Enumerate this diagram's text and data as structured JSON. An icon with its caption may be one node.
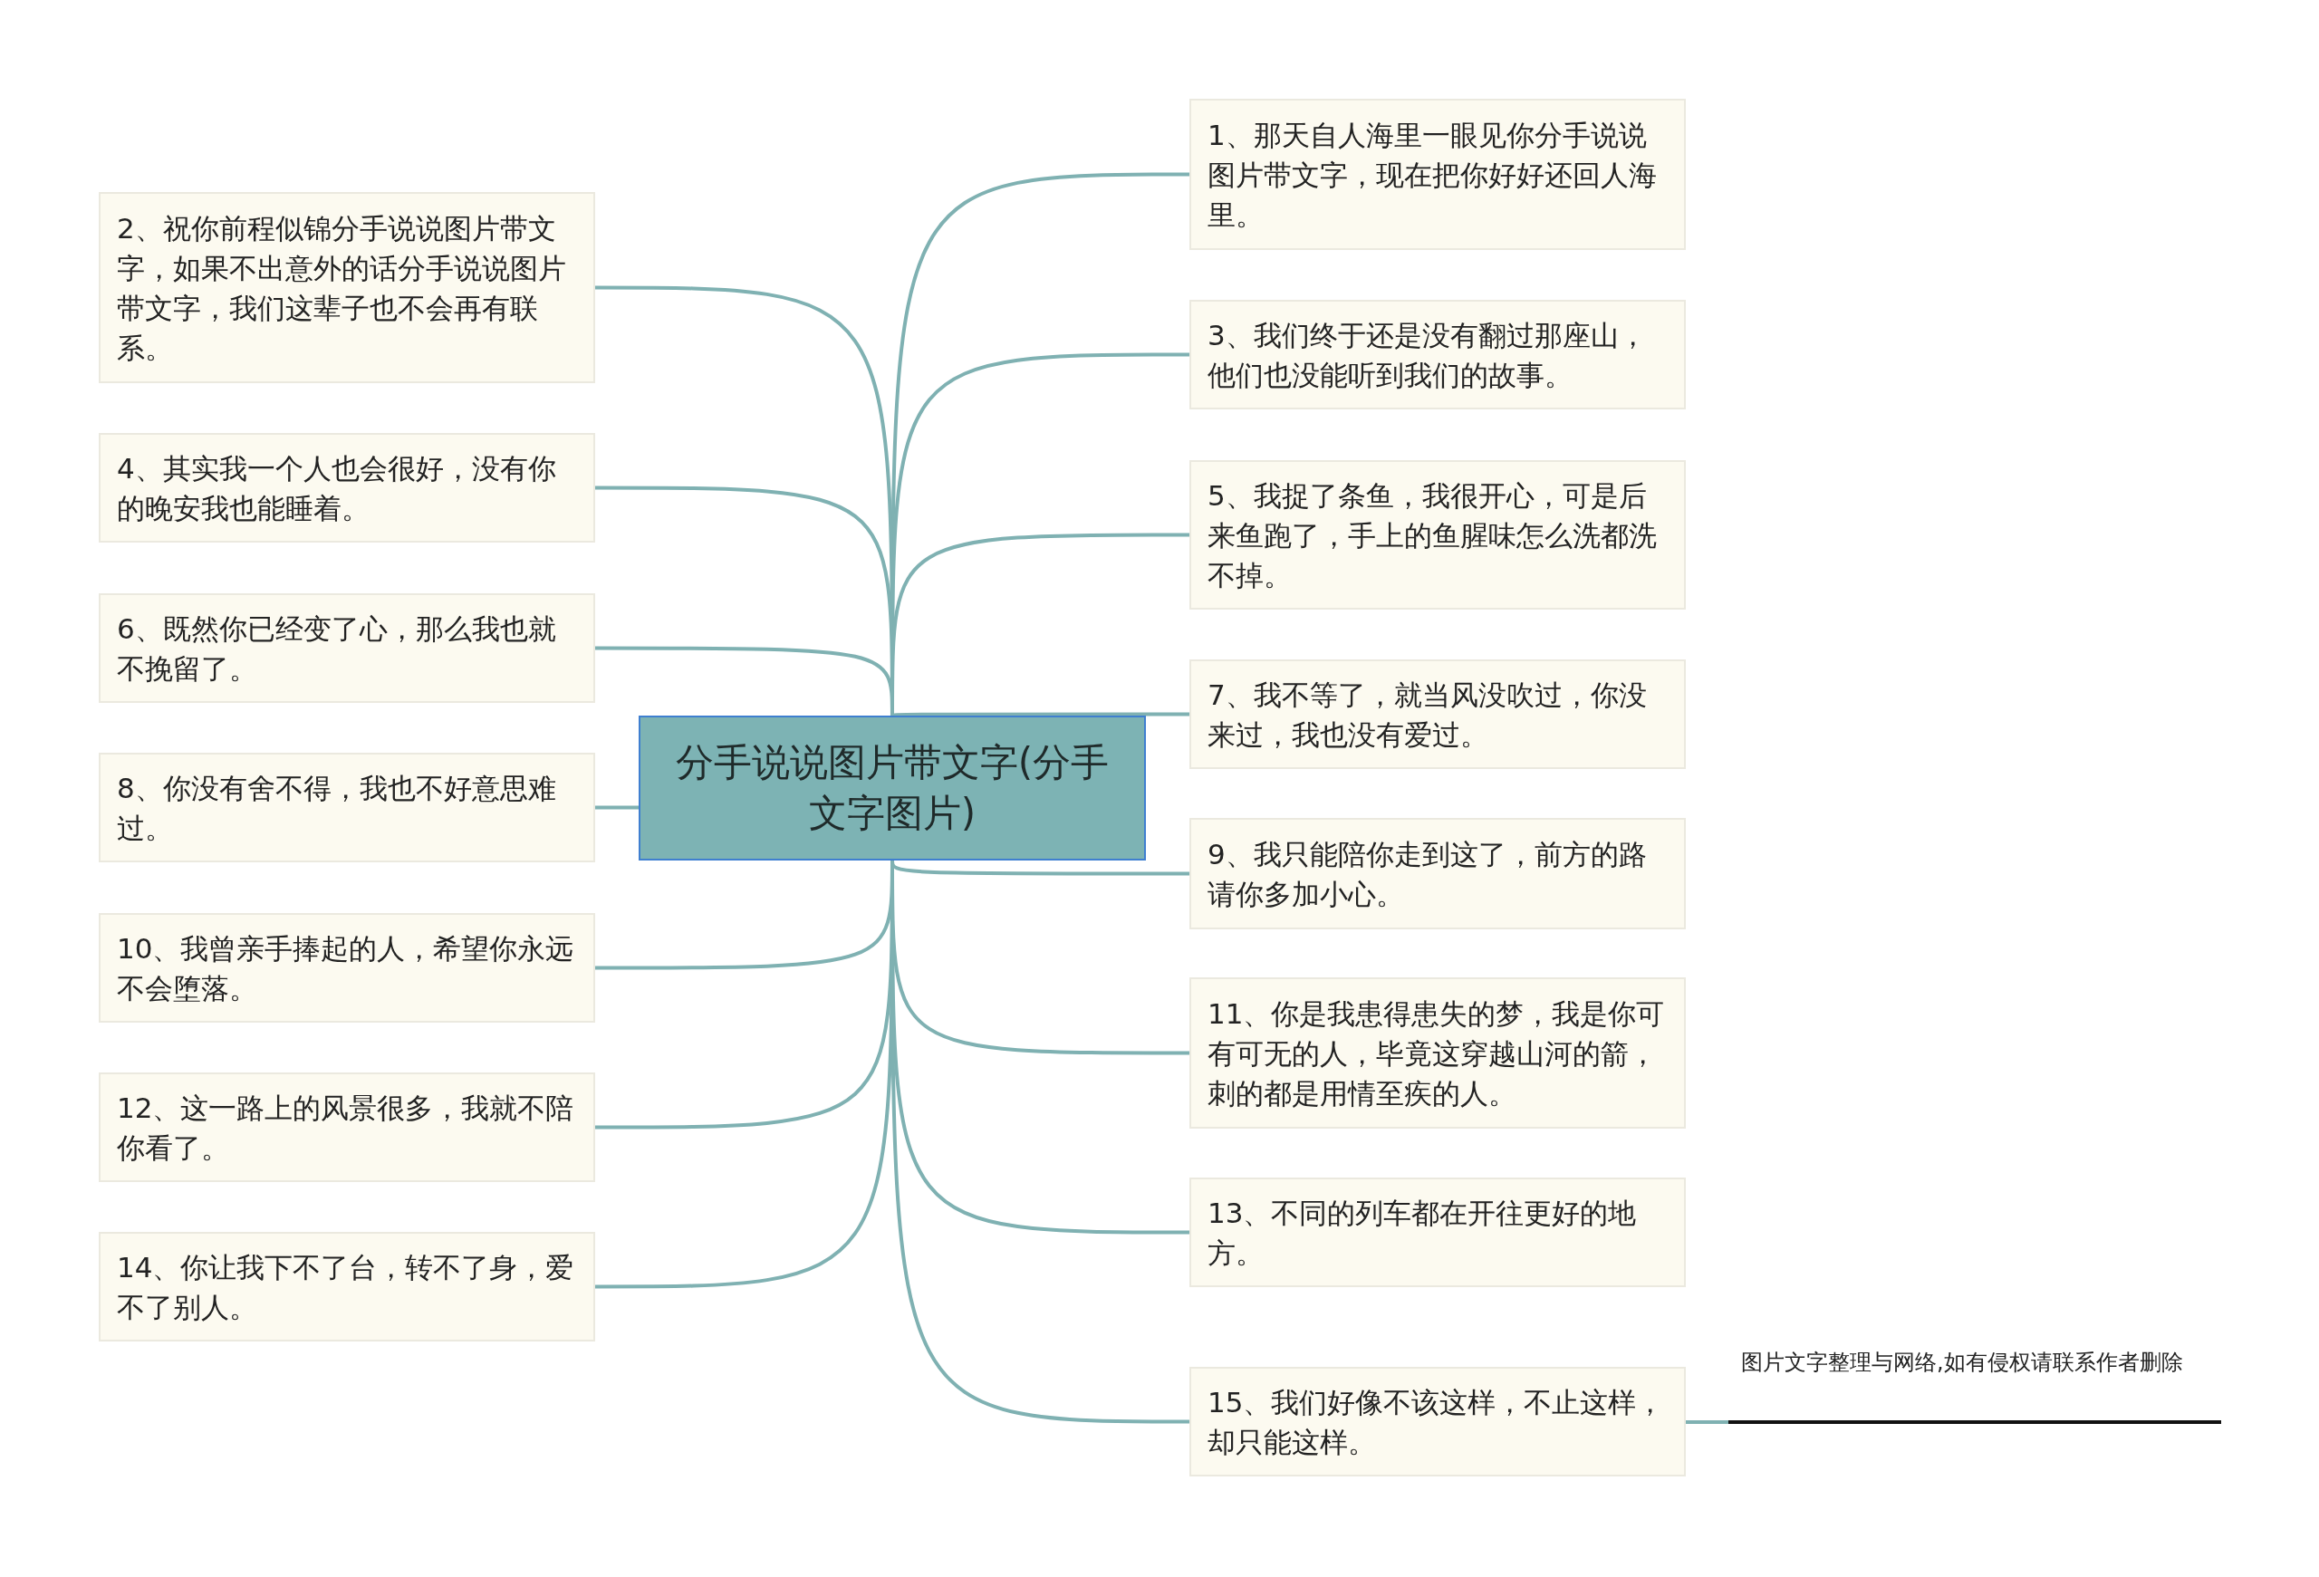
{
  "diagram": {
    "nodes": [
      {
        "text": [
          "分手说说图片带文字(分手文字图片)"
        ]
      },
      {
        "text": [
          "1、那天自人海里一眼见你分手说说图片带文字，现在把你好好还回人海里。"
        ]
      },
      {
        "text": [
          "2、祝你前程似锦分手说说图片带文字，如果不出意外的话分手说说图片带文字，我们这辈子也不会再有联系。"
        ]
      },
      {
        "text": [
          "3、我们终于还是没有翻过那座山，他们也没能听到我们的故事。"
        ]
      },
      {
        "text": [
          "4、其实我一个人也会很好，没有你的晚安我也能睡着。"
        ]
      },
      {
        "text": [
          "5、我捉了条鱼，我很开心，可是后来鱼跑了，手上的鱼腥味怎么洗都洗不掉。"
        ]
      },
      {
        "text": [
          "6、既然你已经变了心，那么我也就不挽留了。"
        ]
      },
      {
        "text": [
          "7、我不等了，就当风没吹过，你没来过，我也没有爱过。"
        ]
      },
      {
        "text": [
          "8、你没有舍不得，我也不好意思难过。"
        ]
      },
      {
        "text": [
          "9、我只能陪你走到这了，前方的路请你多加小心。"
        ]
      },
      {
        "text": [
          "10、我曾亲手捧起的人，希望你永远不会堕落。"
        ]
      },
      {
        "text": [
          "11、你是我患得患失的梦，我是你可有可无的人，毕竟这穿越山河的箭，刺的都是用情至疾的人。"
        ]
      },
      {
        "text": [
          "12、这一路上的风景很多，我就不陪你看了。"
        ]
      },
      {
        "text": [
          "13、不同的列车都在开往更好的地方。"
        ]
      },
      {
        "text": [
          "14、你让我下不了台，转不了身，爱不了别人。"
        ]
      },
      {
        "text": [
          "15、我们好像不该这样，不止这样，却只能这样。"
        ]
      },
      {
        "text": [
          "图片文字整理与网络,如有侵权请联系作者删除"
        ]
      }
    ],
    "edges": [
      {
        "from": 0,
        "to": 1,
        "arrow": "none"
      },
      {
        "from": 0,
        "to": 2,
        "arrow": "none"
      },
      {
        "from": 0,
        "to": 3,
        "arrow": "none"
      },
      {
        "from": 0,
        "to": 4,
        "arrow": "none"
      },
      {
        "from": 0,
        "to": 5,
        "arrow": "none"
      },
      {
        "from": 0,
        "to": 6,
        "arrow": "none"
      },
      {
        "from": 0,
        "to": 7,
        "arrow": "none"
      },
      {
        "from": 0,
        "to": 8,
        "arrow": "none"
      },
      {
        "from": 0,
        "to": 9,
        "arrow": "none"
      },
      {
        "from": 0,
        "to": 10,
        "arrow": "none"
      },
      {
        "from": 0,
        "to": 11,
        "arrow": "none"
      },
      {
        "from": 0,
        "to": 12,
        "arrow": "none"
      },
      {
        "from": 0,
        "to": 13,
        "arrow": "none"
      },
      {
        "from": 0,
        "to": 14,
        "arrow": "none"
      },
      {
        "from": 0,
        "to": 15,
        "arrow": "none"
      },
      {
        "from": 15,
        "to": 16,
        "arrow": "none"
      }
    ]
  }
}
